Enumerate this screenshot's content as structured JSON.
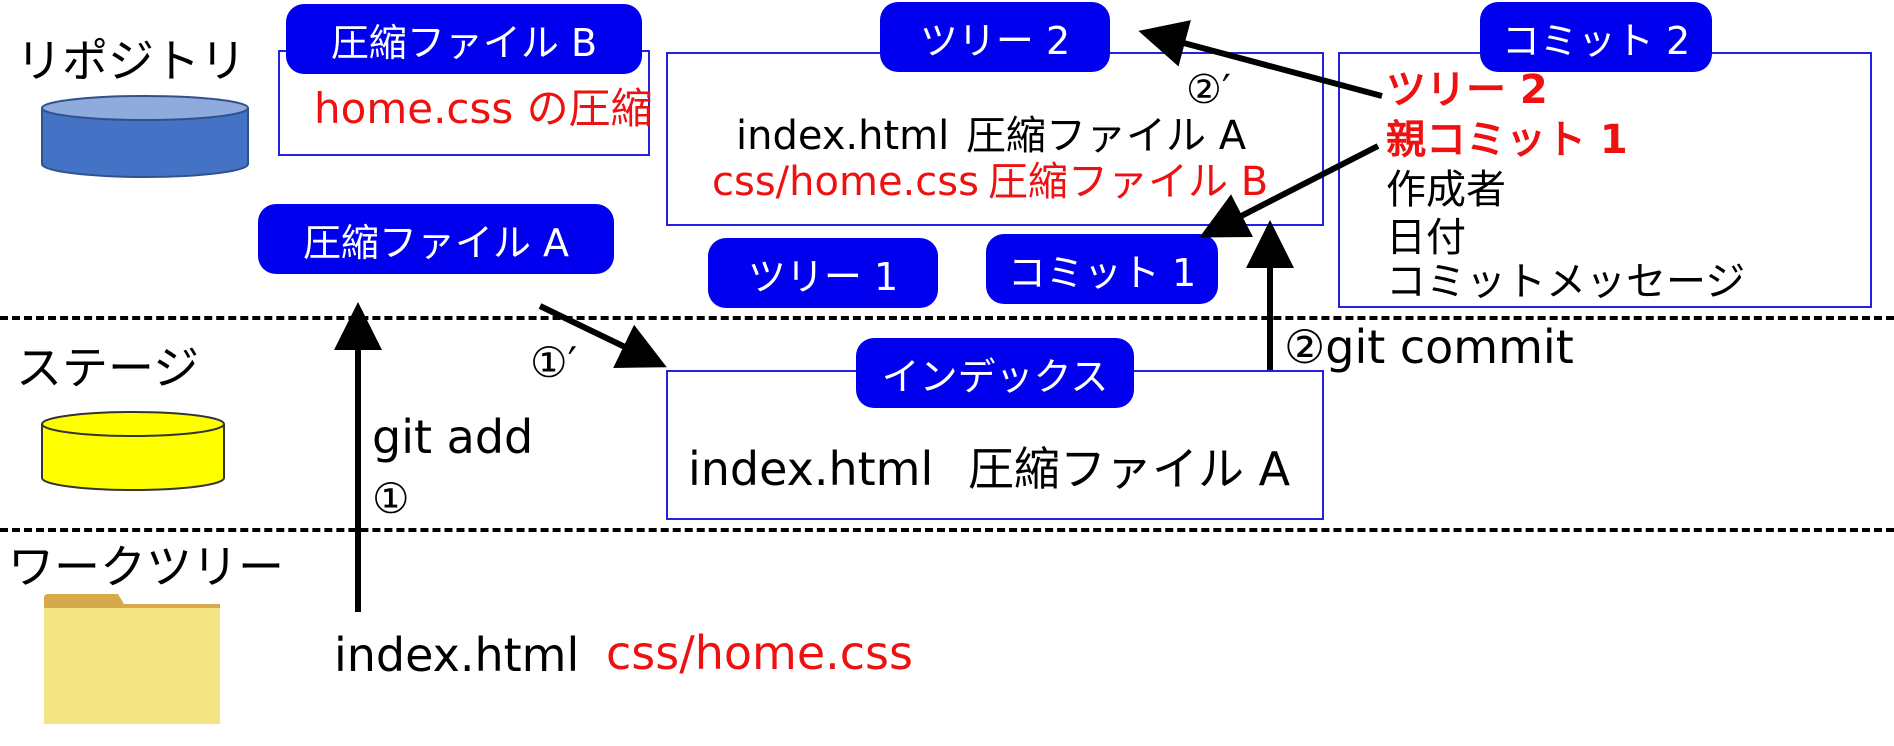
{
  "sections": {
    "repository": "リポジトリ",
    "stage": "ステージ",
    "worktree": "ワークツリー"
  },
  "blobs": {
    "compressed_b": {
      "label": "圧縮ファイル B",
      "content": "home.css の圧縮"
    },
    "compressed_a": {
      "label": "圧縮ファイル A"
    }
  },
  "tree2": {
    "label": "ツリー 2",
    "row1_name": "index.html",
    "row1_ref": "圧縮ファイル A",
    "row2_name": "css/home.css",
    "row2_ref": "圧縮ファイル B"
  },
  "tree1": {
    "label": "ツリー 1"
  },
  "commit1": {
    "label": "コミット 1"
  },
  "commit2": {
    "label": "コミット 2",
    "tree_ref": "ツリー 2",
    "parent_ref": "親コミット 1",
    "author": "作成者",
    "date": "日付",
    "message": "コミットメッセージ"
  },
  "index": {
    "label": "インデックス",
    "row_name": "index.html",
    "row_ref": "圧縮ファイル A"
  },
  "worktree_files": {
    "file1": "index.html",
    "file2": "css/home.css"
  },
  "annotations": {
    "git_add": "git add",
    "step1": "①",
    "step1_prime": "①′",
    "git_commit": "②git commit",
    "step2_prime": "②′"
  },
  "colors": {
    "pill_blue": "#0000ee",
    "box_border": "#2222e0",
    "changed_red": "#ee1111",
    "repo_cylinder": "#4472c4",
    "stage_cylinder": "#ffff00",
    "folder": "#f4e383"
  }
}
